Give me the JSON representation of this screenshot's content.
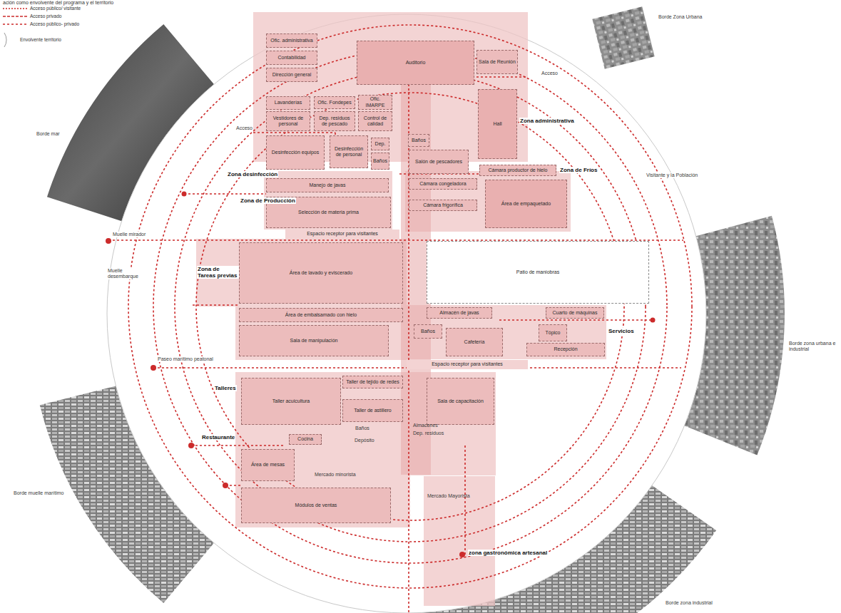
{
  "diagram": {
    "title": "ación como envolvente del programa y el territorio",
    "nodes": [
      {
        "text": [
          "Ofic. administrativa"
        ]
      },
      {
        "text": [
          "Contabilidad"
        ]
      },
      {
        "text": [
          "Dirección general"
        ]
      },
      {
        "text": [
          "Auditorio"
        ]
      },
      {
        "text": [
          "Sala de Reunión"
        ]
      },
      {
        "text": [
          "Lavanderías"
        ]
      },
      {
        "text": [
          "Vestidores de personal"
        ]
      },
      {
        "text": [
          "Ofic. Fondepes"
        ]
      },
      {
        "text": [
          "Ofic. IMARPE"
        ]
      },
      {
        "text": [
          "Dep. residuos de pescado"
        ]
      },
      {
        "text": [
          "Control de calidad"
        ]
      },
      {
        "text": [
          "Hall"
        ]
      },
      {
        "text": [
          "Dep."
        ]
      },
      {
        "text": [
          "Baños"
        ]
      },
      {
        "text": [
          "Desinfección equipos"
        ]
      },
      {
        "text": [
          "Desinfección de personal"
        ]
      },
      {
        "text": [
          "Baños"
        ]
      },
      {
        "text": [
          "Salón de pescadores"
        ]
      },
      {
        "text": [
          "Cámara productor de hielo"
        ]
      },
      {
        "text": [
          "Cámara congeladora"
        ]
      },
      {
        "text": [
          "Manejo de javas"
        ]
      },
      {
        "text": [
          "Cámara frigorífica"
        ]
      },
      {
        "text": [
          "Área de empaquetado"
        ]
      },
      {
        "text": [
          "Selección de materia prima"
        ]
      },
      {
        "text": [
          "Espacio receptor para visitantes"
        ]
      },
      {
        "text": [
          "Área de lavado y eviscerado"
        ]
      },
      {
        "text": [
          "Patio de maniobras"
        ]
      },
      {
        "text": [
          "Almacén de javas"
        ]
      },
      {
        "text": [
          "Cuarto de máquinas"
        ]
      },
      {
        "text": [
          "Área de embalsamado con hielo"
        ]
      },
      {
        "text": [
          "Baños"
        ]
      },
      {
        "text": [
          "Tópico"
        ]
      },
      {
        "text": [
          "Sala de manipulación"
        ]
      },
      {
        "text": [
          "Cafetería"
        ]
      },
      {
        "text": [
          "Recepción"
        ]
      },
      {
        "text": [
          "Espacio receptor para visitantes"
        ]
      },
      {
        "text": [
          "Taller acuicultura"
        ]
      },
      {
        "text": [
          "Taller de tejido de redes"
        ]
      },
      {
        "text": [
          "Taller de astillero"
        ]
      },
      {
        "text": [
          "Sala de capacitación"
        ]
      },
      {
        "text": [
          "Cocina"
        ]
      },
      {
        "text": [
          "Área de mesas"
        ]
      },
      {
        "text": [
          "Módulos de ventas"
        ]
      }
    ],
    "labels": [
      "Zona administrativa",
      "Zona desinfección",
      "Zona de Fríos",
      "Zona de Producción",
      "Zona de Tareas previas",
      "Servicios",
      "Talleres",
      "Restaurante",
      "zona gastronómica artesanal",
      "Acceso",
      "Acceso",
      "Baños",
      "Almacenes",
      "Dep. residuos",
      "Depósito",
      "Mercado minorista",
      "Mercado Mayorista",
      "Borde Zona Urbana",
      "Visitante y la Población",
      "Muelle mirador",
      "Muelle desembarque",
      "Paseo marítimo peatonal",
      "Borde zona urbana e industrial",
      "Borde zona industrial",
      "Borde muelle marítimo",
      "Borde mar"
    ],
    "legend": [
      {
        "text": "Acceso público/ visitante"
      },
      {
        "text": "Acceso privado"
      },
      {
        "text": "Acceso público- privado"
      },
      {
        "text": "Envolvente territorio"
      }
    ]
  }
}
